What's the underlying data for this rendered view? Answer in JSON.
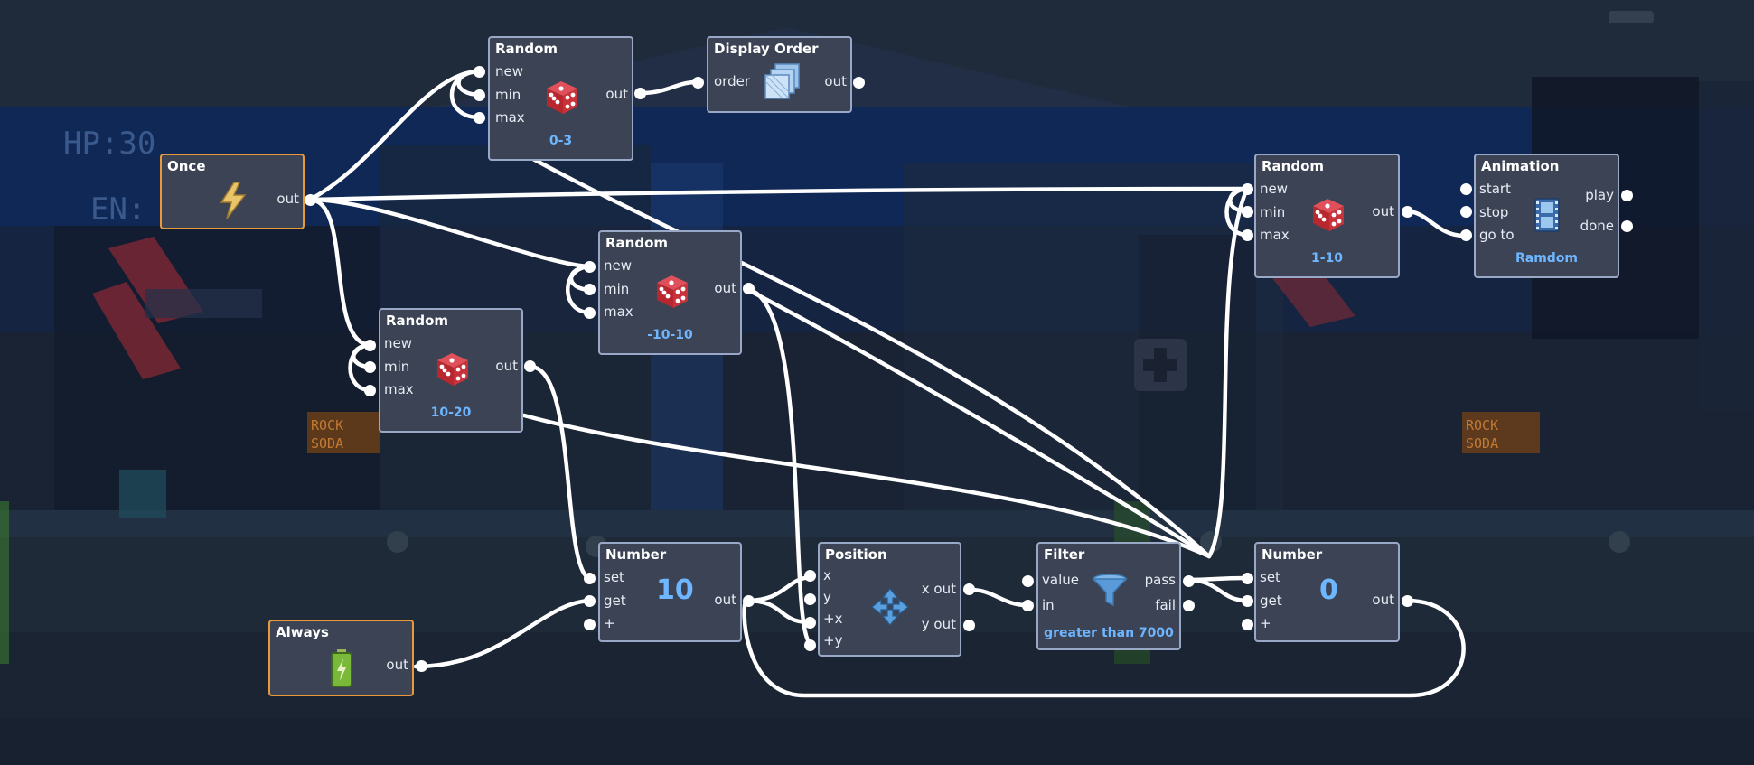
{
  "nodes": {
    "once": {
      "title": "Once",
      "out": "out",
      "icon": "lightning-icon"
    },
    "always": {
      "title": "Always",
      "out": "out",
      "icon": "battery-icon"
    },
    "random_a": {
      "title": "Random",
      "ports": [
        "new",
        "min",
        "max"
      ],
      "out": "out",
      "value": "0-3",
      "icon": "dice-icon"
    },
    "display_order": {
      "title": "Display Order",
      "port": "order",
      "out": "out",
      "icon": "layers-icon"
    },
    "random_b": {
      "title": "Random",
      "ports": [
        "new",
        "min",
        "max"
      ],
      "out": "out",
      "value": "-10-10",
      "icon": "dice-icon"
    },
    "random_c": {
      "title": "Random",
      "ports": [
        "new",
        "min",
        "max"
      ],
      "out": "out",
      "value": "10-20",
      "icon": "dice-icon"
    },
    "random_d": {
      "title": "Random",
      "ports": [
        "new",
        "min",
        "max"
      ],
      "out": "out",
      "value": "1-10",
      "icon": "dice-icon"
    },
    "animation": {
      "title": "Animation",
      "ports": [
        "start",
        "stop",
        "go to"
      ],
      "outs": [
        "play",
        "done"
      ],
      "value": "Ramdom",
      "icon": "film-icon"
    },
    "number_a": {
      "title": "Number",
      "ports": [
        "set",
        "get",
        "+"
      ],
      "out": "out",
      "value": "10"
    },
    "position": {
      "title": "Position",
      "ports": [
        "x",
        "y",
        "+x",
        "+y"
      ],
      "outs": [
        "x out",
        "y out"
      ],
      "icon": "move-arrows-icon"
    },
    "filter": {
      "title": "Filter",
      "ports": [
        "value",
        "in"
      ],
      "outs": [
        "pass",
        "fail"
      ],
      "value": "greater than 7000",
      "icon": "funnel-icon"
    },
    "number_b": {
      "title": "Number",
      "ports": [
        "set",
        "get",
        "+"
      ],
      "out": "out",
      "value": "0"
    }
  },
  "background": {
    "hud_hp": "HP:30",
    "hud_en": "EN:",
    "sign_left": [
      "ROCK",
      "SODA"
    ],
    "sign_right": [
      "ROCK",
      "SODA"
    ]
  },
  "colors": {
    "node_fill": "#3b4354",
    "node_border": "#9aa8c8",
    "trigger_border": "#e89a3a",
    "value_text": "#6eb6ff",
    "wire": "#ffffff"
  }
}
